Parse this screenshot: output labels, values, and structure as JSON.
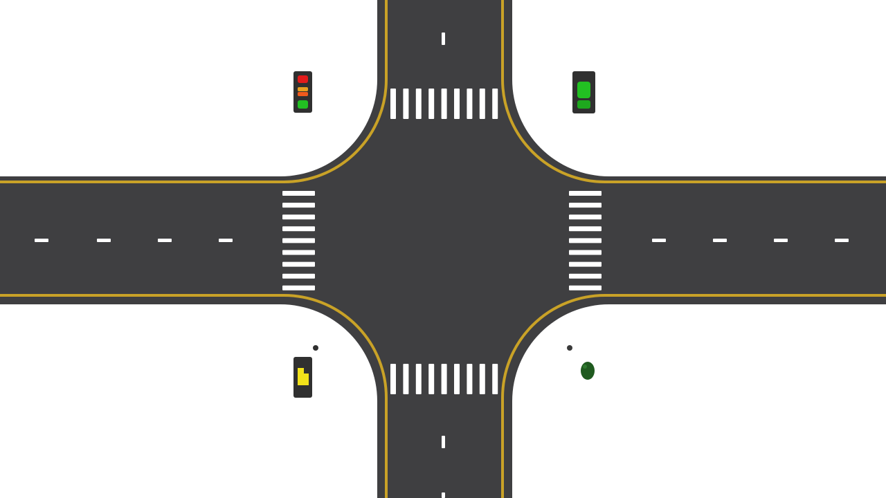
{
  "scene": {
    "type": "four-way-intersection",
    "view": "top-down",
    "background_color": "#ffffff",
    "road_color": "#3f3f41",
    "edge_line_color": "#c9a227",
    "lane_marking_color": "#ffffff",
    "crosswalk_color": "#ffffff"
  },
  "traffic_lights": [
    {
      "id": "north-west",
      "lit": [
        "red",
        "amber",
        "green"
      ],
      "colors": {
        "red": "#e31b1b",
        "amber": "#f08a1c",
        "green": "#22c022",
        "housing": "#303030"
      }
    },
    {
      "id": "north-east",
      "lit": [
        "green"
      ],
      "colors": {
        "green": "#22c022",
        "housing": "#303030"
      }
    },
    {
      "id": "south-west",
      "lit": [
        "yellow"
      ],
      "colors": {
        "yellow": "#f2e21a",
        "housing": "#303030"
      }
    },
    {
      "id": "south-east",
      "lit": [
        "green"
      ],
      "colors": {
        "green": "#1f5a1f",
        "housing": "#2a2a2a"
      }
    }
  ]
}
